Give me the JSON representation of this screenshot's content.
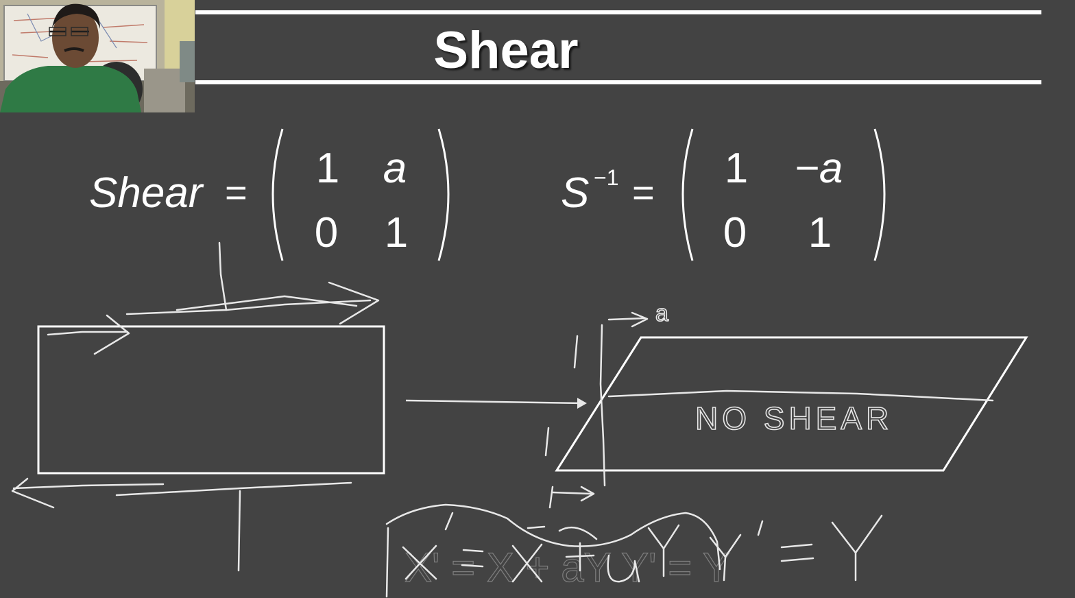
{
  "slide": {
    "title": "Shear"
  },
  "equations": {
    "shear": {
      "lhs": "Shear",
      "eq": "=",
      "matrix": [
        [
          "1",
          "a"
        ],
        [
          "0",
          "1"
        ]
      ]
    },
    "inverse": {
      "lhs_base": "S",
      "lhs_sup": "−1",
      "eq": "=",
      "matrix": [
        [
          "1",
          "−a"
        ],
        [
          "0",
          "1"
        ]
      ]
    }
  },
  "handwriting": {
    "note_no_shear": "NO SHEAR",
    "offset_label": "a",
    "equation_text": "X' = X + aY   Y' = Y"
  },
  "colors": {
    "background": "#434343",
    "foreground": "#ffffff",
    "ink": "#e8e8e8"
  }
}
